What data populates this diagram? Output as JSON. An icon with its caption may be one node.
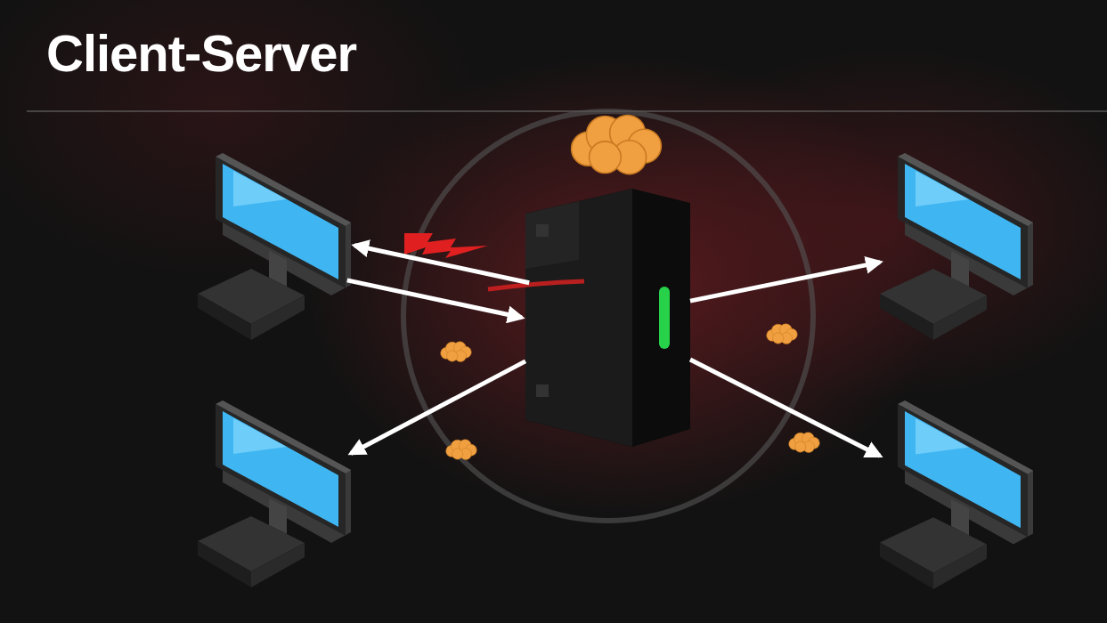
{
  "diagram": {
    "title": "Client-Server",
    "nodes": [
      {
        "text": [],
        "shape": "picture"
      },
      {
        "text": [],
        "shape": "picture"
      },
      {
        "text": [],
        "shape": "picture"
      },
      {
        "text": [],
        "shape": "picture"
      },
      {
        "text": [],
        "shape": "picture"
      }
    ],
    "edges": [
      {
        "from": 1,
        "to": 0,
        "arrow": "to"
      },
      {
        "from": 0,
        "to": 1,
        "arrow": "to"
      },
      {
        "from": 0,
        "to": 2,
        "arrow": "to"
      },
      {
        "from": 0,
        "to": 3,
        "arrow": "to"
      },
      {
        "from": 0,
        "to": 4,
        "arrow": "to"
      }
    ]
  }
}
